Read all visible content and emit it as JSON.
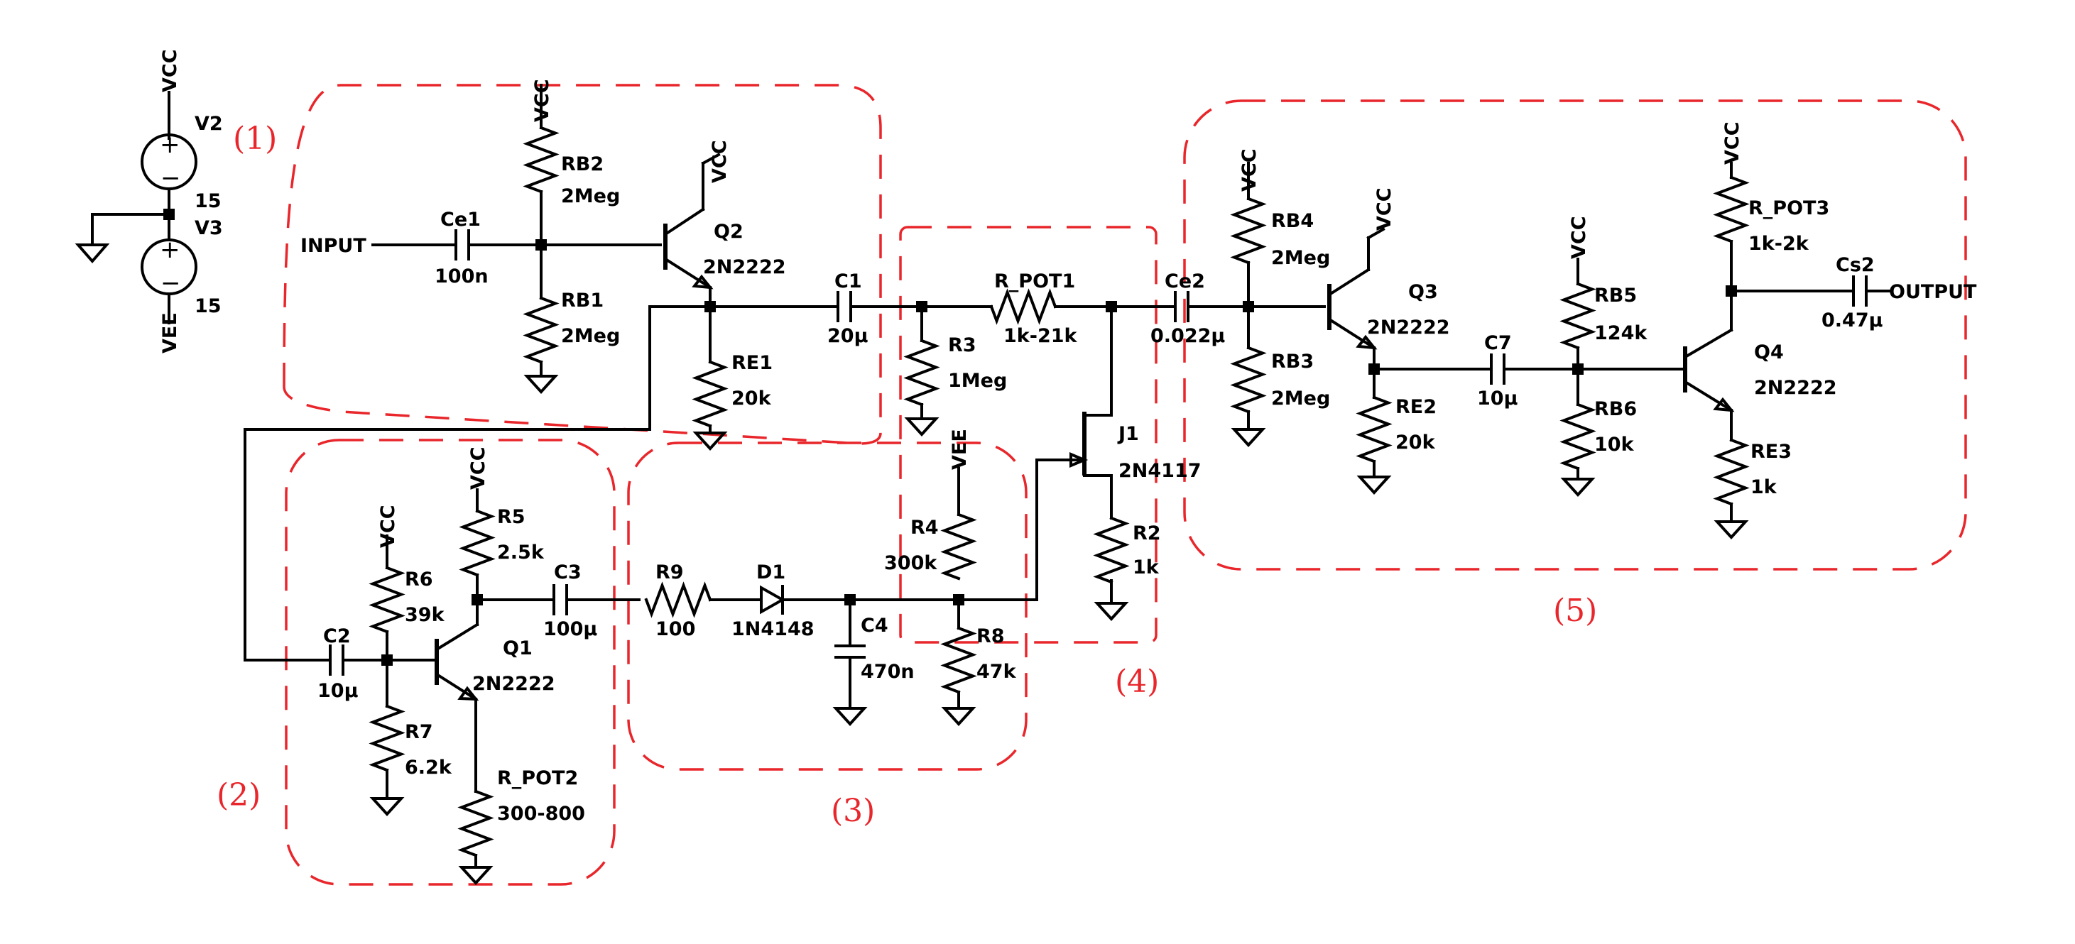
{
  "colors": {
    "wire": "#000000",
    "section_box": "#e8262b",
    "background": "#ffffff"
  },
  "sections": [
    "(1)",
    "(2)",
    "(3)",
    "(4)",
    "(5)"
  ],
  "nets": {
    "vcc": "VCC",
    "vee": "VEE",
    "input": "INPUT",
    "output": "OUTPUT"
  },
  "sources": {
    "v2": {
      "name": "V2",
      "value": "15"
    },
    "v3": {
      "name": "V3",
      "value": "15"
    },
    "plus": "+",
    "minus": "−"
  },
  "components": {
    "ce1": {
      "name": "Ce1",
      "value": "100n"
    },
    "rb2": {
      "name": "RB2",
      "value": "2Meg"
    },
    "rb1": {
      "name": "RB1",
      "value": "2Meg"
    },
    "q2": {
      "name": "Q2",
      "value": "2N2222"
    },
    "re1": {
      "name": "RE1",
      "value": "20k"
    },
    "c1": {
      "name": "C1",
      "value": "20µ"
    },
    "r3": {
      "name": "R3",
      "value": "1Meg"
    },
    "rpot1": {
      "name": "R_POT1",
      "value": "1k-21k"
    },
    "ce2": {
      "name": "Ce2",
      "value": "0.022µ"
    },
    "j1": {
      "name": "J1",
      "value": "2N4117"
    },
    "r2": {
      "name": "R2",
      "value": "1k"
    },
    "rb4": {
      "name": "RB4",
      "value": "2Meg"
    },
    "rb3": {
      "name": "RB3",
      "value": "2Meg"
    },
    "q3": {
      "name": "Q3",
      "value": "2N2222"
    },
    "re2": {
      "name": "RE2",
      "value": "20k"
    },
    "c7": {
      "name": "C7",
      "value": "10µ"
    },
    "rb5": {
      "name": "RB5",
      "value": "124k"
    },
    "rb6": {
      "name": "RB6",
      "value": "10k"
    },
    "rpot3": {
      "name": "R_POT3",
      "value": "1k-2k"
    },
    "cs2": {
      "name": "Cs2",
      "value": "0.47µ"
    },
    "q4": {
      "name": "Q4",
      "value": "2N2222"
    },
    "re3": {
      "name": "RE3",
      "value": "1k"
    },
    "c2": {
      "name": "C2",
      "value": "10µ"
    },
    "r6": {
      "name": "R6",
      "value": "39k"
    },
    "r7": {
      "name": "R7",
      "value": "6.2k"
    },
    "r5": {
      "name": "R5",
      "value": "2.5k"
    },
    "q1": {
      "name": "Q1",
      "value": "2N2222"
    },
    "rpot2": {
      "name": "R_POT2",
      "value": "300-800"
    },
    "c3": {
      "name": "C3",
      "value": "100µ"
    },
    "r9": {
      "name": "R9",
      "value": "100"
    },
    "d1": {
      "name": "D1",
      "value": "1N4148"
    },
    "c4": {
      "name": "C4",
      "value": "470n"
    },
    "r4": {
      "name": "R4",
      "value": "300k"
    },
    "r8": {
      "name": "R8",
      "value": "47k"
    }
  }
}
